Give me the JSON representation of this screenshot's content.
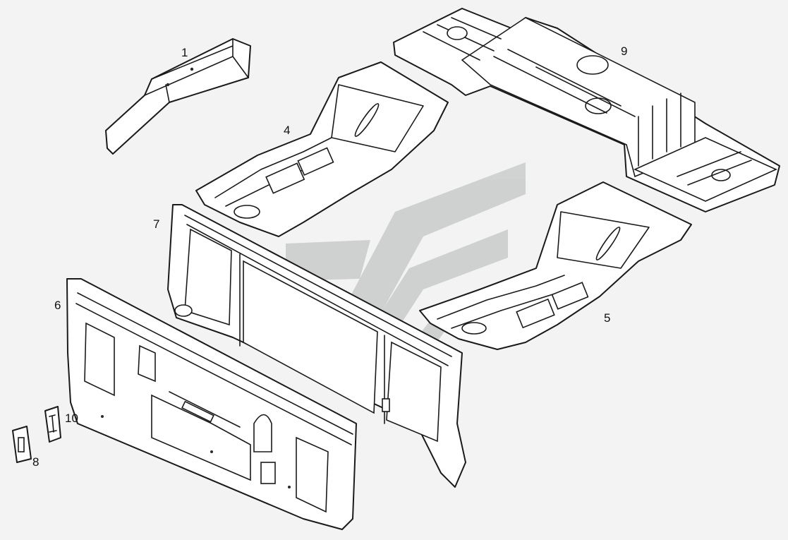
{
  "diagram": {
    "callouts": {
      "part_1": "1",
      "part_4": "4",
      "part_5": "5",
      "part_6": "6",
      "part_7": "7",
      "part_8": "8",
      "part_9": "9",
      "part_10": "10"
    },
    "colors": {
      "background": "#f3f3f3",
      "line": "#1a1a1a",
      "watermark": "#c9cccb"
    }
  }
}
